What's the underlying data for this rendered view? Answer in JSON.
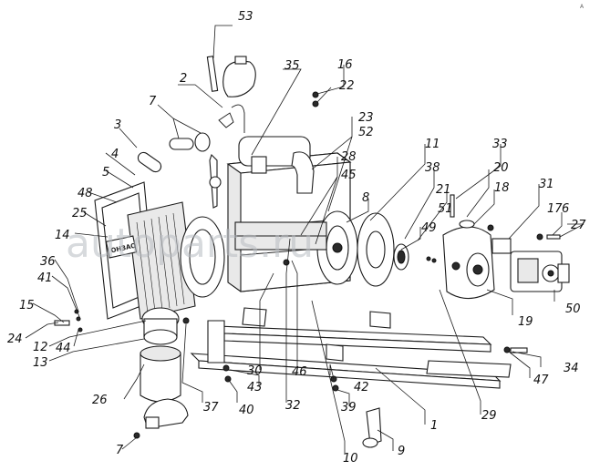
{
  "watermark": "autoparts.ru",
  "corner_mark": "A",
  "nameplate_text": "ОНЗАО",
  "colors": {
    "line": "#1a1a1a",
    "watermark": "#b8bcc2",
    "background": "#ffffff"
  },
  "callouts": [
    "53",
    "2",
    "35",
    "16",
    "22",
    "7",
    "3",
    "4",
    "23",
    "52",
    "28",
    "45",
    "11",
    "33",
    "20",
    "5",
    "48",
    "8",
    "38",
    "21",
    "51",
    "18",
    "31",
    "6",
    "17",
    "27",
    "25",
    "14",
    "49",
    "36",
    "41",
    "15",
    "24",
    "44",
    "50",
    "19",
    "12",
    "13",
    "26",
    "30",
    "46",
    "43",
    "42",
    "34",
    "47",
    "40",
    "37",
    "32",
    "39",
    "29",
    "1",
    "7",
    "9",
    "10"
  ]
}
